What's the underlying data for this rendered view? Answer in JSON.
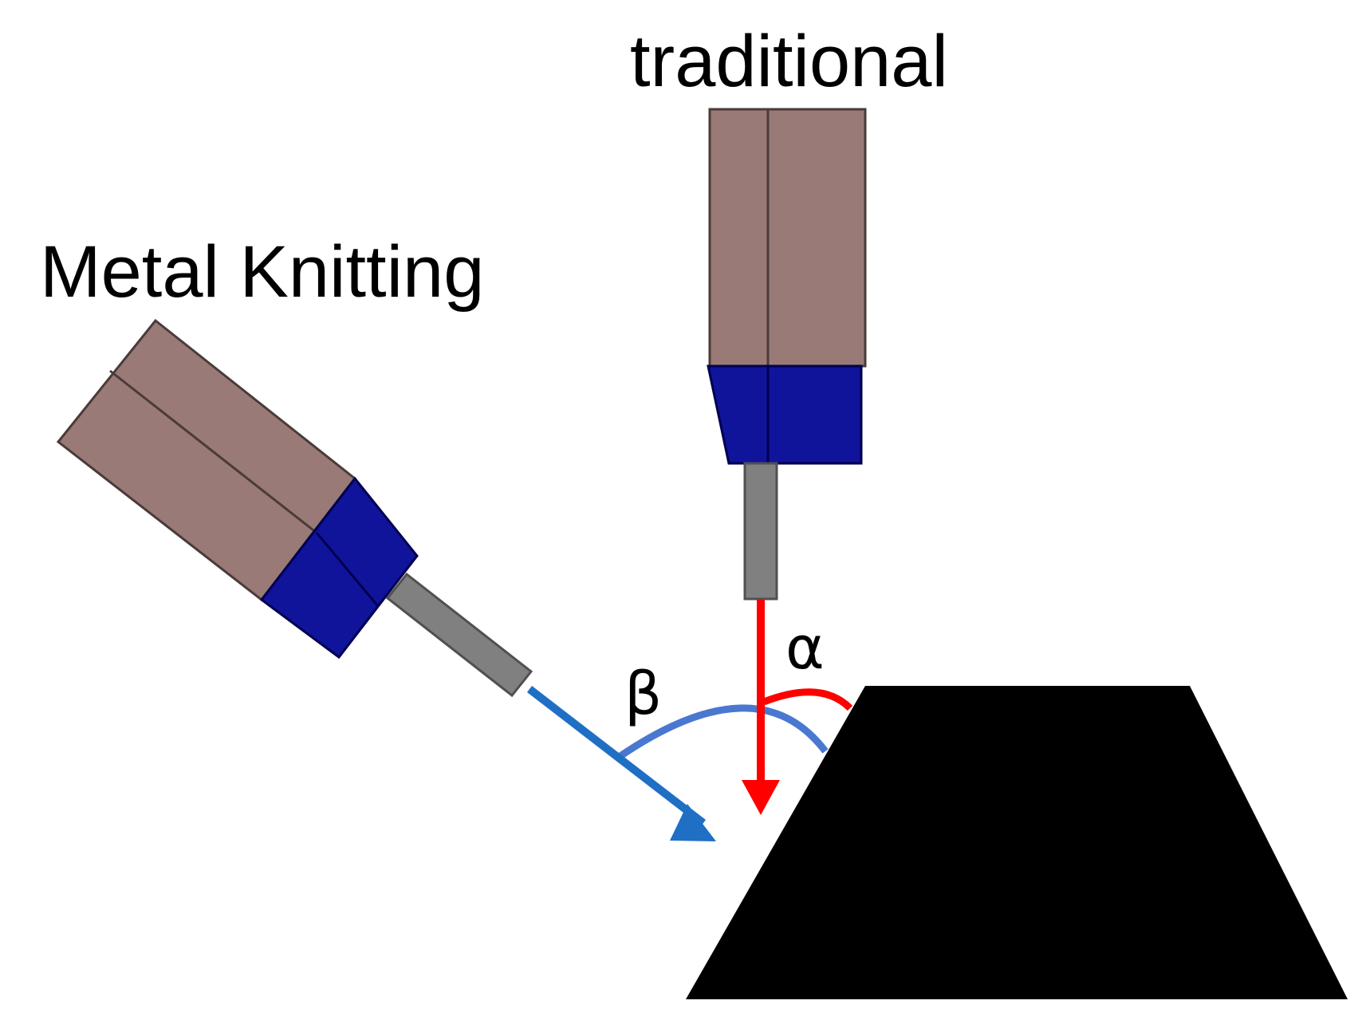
{
  "labels": {
    "traditional": "traditional",
    "metal_knitting": "Metal Knitting",
    "alpha": "α",
    "beta": "β"
  },
  "colors": {
    "tool_body": "#9a7a76",
    "tool_body_edge": "#4a3b3a",
    "tool_collet": "#10149a",
    "tool_shank": "#808080",
    "alpha_arrow": "#ff0000",
    "beta_arrow": "#1f6fc4",
    "beta_arc": "#4a78d0",
    "workpiece": "#000000"
  }
}
